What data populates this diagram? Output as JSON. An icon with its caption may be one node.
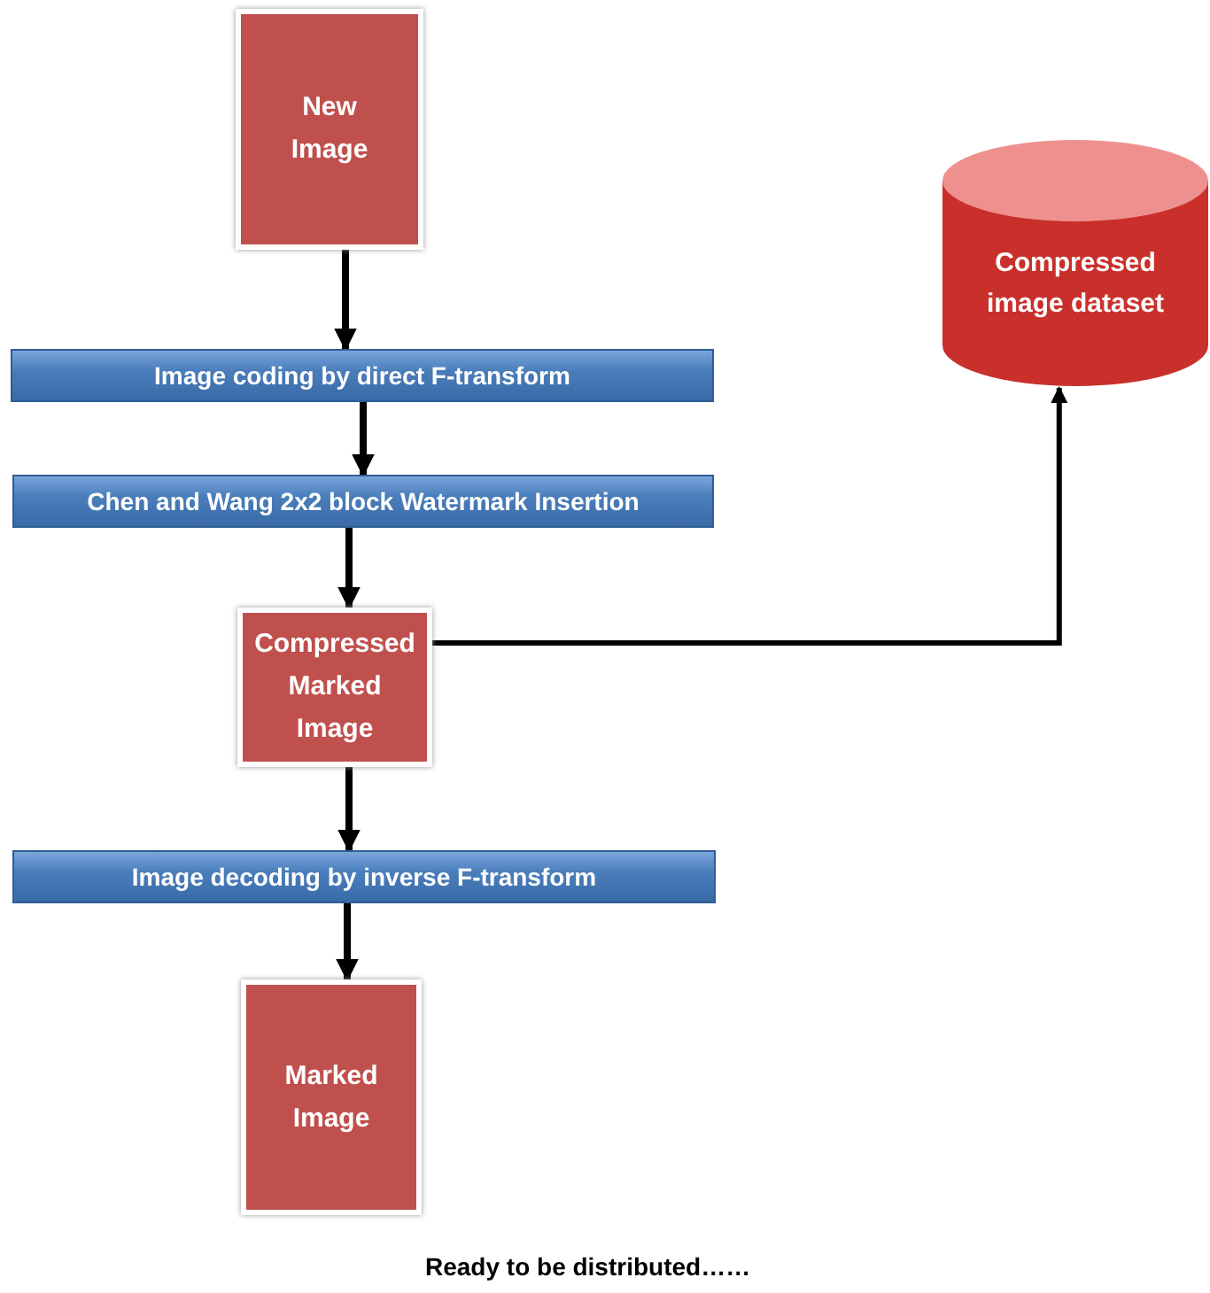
{
  "diagram": {
    "nodes": [
      {
        "text": [
          "New Image"
        ]
      },
      {
        "text": [
          "Image coding by direct F-transform"
        ]
      },
      {
        "text": [
          "Chen and Wang 2x2 block Watermark Insertion"
        ]
      },
      {
        "text": [
          "Compressed Marked Image"
        ]
      },
      {
        "text": [
          "Image decoding by inverse F-transform"
        ]
      },
      {
        "text": [
          "Marked Image"
        ]
      },
      {
        "text": [
          "Compressed image dataset"
        ]
      }
    ],
    "edges": [
      {
        "from": 0,
        "to": 1,
        "arrow": "to"
      },
      {
        "from": 1,
        "to": 2,
        "arrow": "to"
      },
      {
        "from": 2,
        "to": 3,
        "arrow": "to"
      },
      {
        "from": 3,
        "to": 4,
        "arrow": "to"
      },
      {
        "from": 4,
        "to": 5,
        "arrow": "to"
      },
      {
        "from": 3,
        "to": 6,
        "arrow": "to"
      }
    ],
    "labels": [
      "Ready to be distributed……"
    ]
  }
}
